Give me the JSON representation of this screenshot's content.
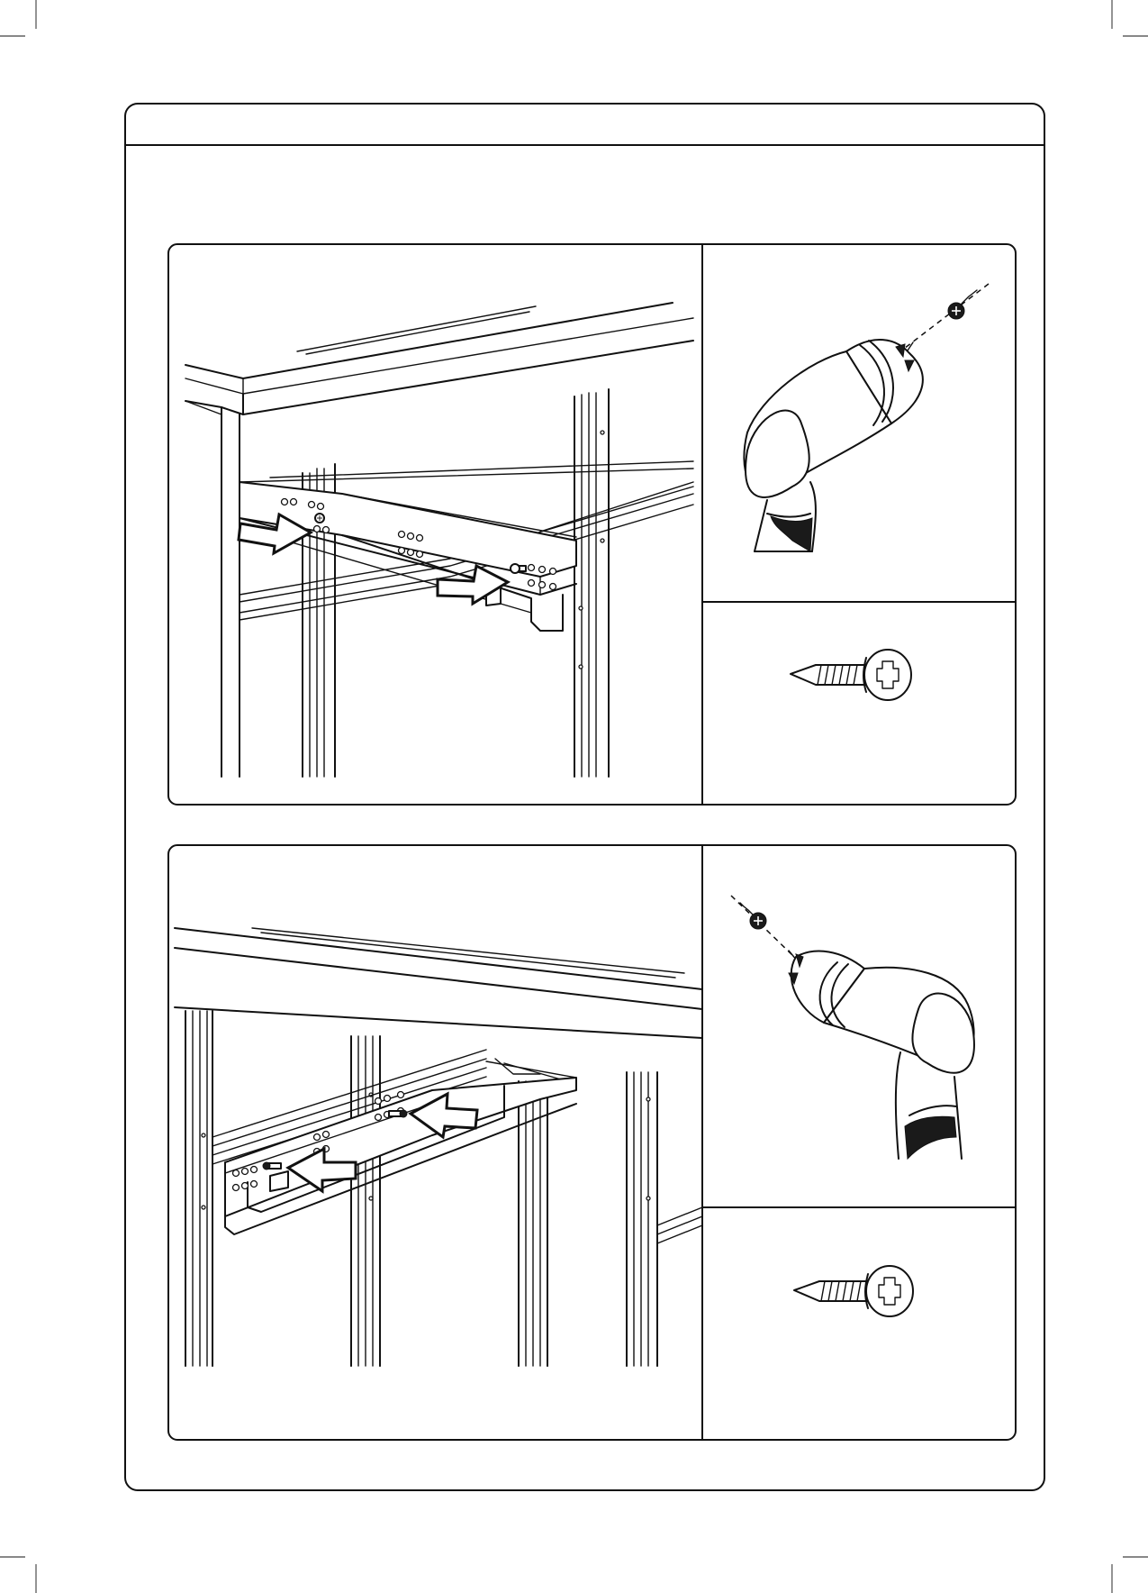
{
  "page": {
    "title": "",
    "background": "#ffffff",
    "line_color": "#111111"
  },
  "steps": [
    {
      "id": "upper",
      "main_view": "front-right-runner-mounting",
      "tool": "power-screwdriver",
      "fastener": "pan-head-phillips-screw",
      "arrow_count": 2
    },
    {
      "id": "lower",
      "main_view": "rear-left-runner-mounting",
      "tool": "power-screwdriver",
      "fastener": "pan-head-phillips-screw",
      "arrow_count": 2
    }
  ]
}
